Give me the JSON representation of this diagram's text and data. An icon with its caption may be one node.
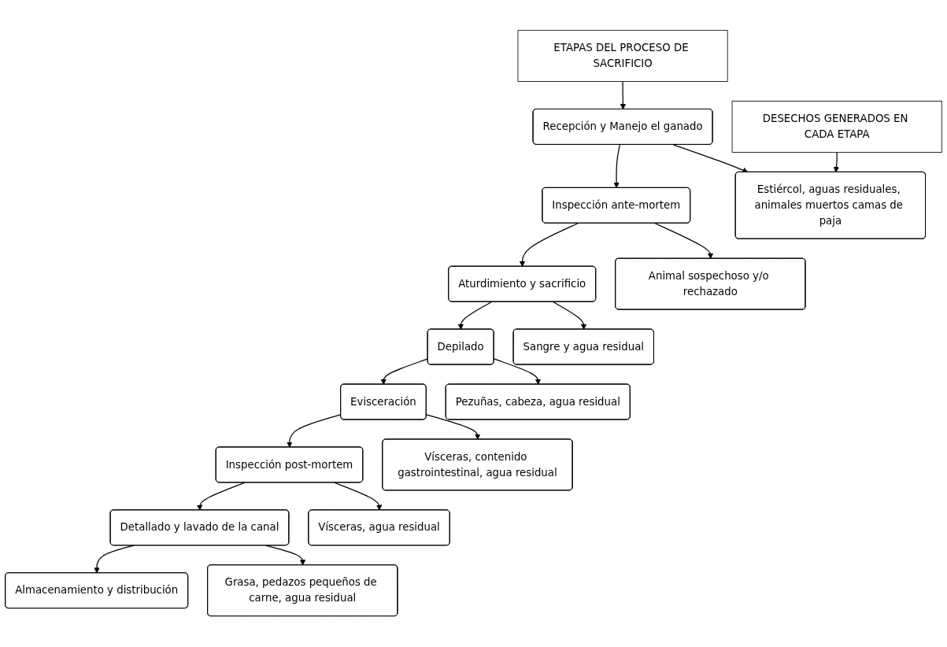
{
  "diagram": {
    "nodes": [
      {
        "text": [
          "ETAPAS DEL PROCESO DE SACRIFICIO"
        ]
      },
      {
        "text": [
          "DESECHOS GENERADOS EN CADA ETAPA"
        ]
      },
      {
        "text": [
          "Recepción y Manejo el ganado"
        ]
      },
      {
        "text": [
          "Inspección ante-mortem"
        ]
      },
      {
        "text": [
          "Aturdimiento y sacrificio"
        ]
      },
      {
        "text": [
          "Depilado"
        ]
      },
      {
        "text": [
          "Evisceración"
        ]
      },
      {
        "text": [
          "Inspección post-mortem"
        ]
      },
      {
        "text": [
          "Detallado y lavado de la canal"
        ]
      },
      {
        "text": [
          "Almacenamiento y distribución"
        ]
      },
      {
        "text": [
          "Estiércol, aguas residuales, animales muertos camas de paja"
        ]
      },
      {
        "text": [
          "Animal sospechoso y/o rechazado"
        ]
      },
      {
        "text": [
          "Sangre y agua residual"
        ]
      },
      {
        "text": [
          "Pezuñas, cabeza, agua residual"
        ]
      },
      {
        "text": [
          "Vísceras, contenido gastrointestinal, agua residual"
        ]
      },
      {
        "text": [
          "Vísceras, agua residual"
        ]
      },
      {
        "text": [
          "Grasa, pedazos pequeños de carne, agua residual"
        ]
      }
    ],
    "edges": [
      {
        "from": 0,
        "to": 2,
        "arrow": "to"
      },
      {
        "from": 1,
        "to": 10,
        "arrow": "to"
      },
      {
        "from": 2,
        "to": 3,
        "arrow": "to"
      },
      {
        "from": 3,
        "to": 4,
        "arrow": "to"
      },
      {
        "from": 4,
        "to": 5,
        "arrow": "to"
      },
      {
        "from": 5,
        "to": 6,
        "arrow": "to"
      },
      {
        "from": 6,
        "to": 7,
        "arrow": "to"
      },
      {
        "from": 7,
        "to": 8,
        "arrow": "to"
      },
      {
        "from": 8,
        "to": 9,
        "arrow": "to"
      },
      {
        "from": 2,
        "to": 10,
        "arrow": "to"
      },
      {
        "from": 3,
        "to": 11,
        "arrow": "to"
      },
      {
        "from": 4,
        "to": 12,
        "arrow": "to"
      },
      {
        "from": 5,
        "to": 13,
        "arrow": "to"
      },
      {
        "from": 6,
        "to": 14,
        "arrow": "to"
      },
      {
        "from": 7,
        "to": 15,
        "arrow": "to"
      },
      {
        "from": 8,
        "to": 16,
        "arrow": "to"
      }
    ]
  }
}
